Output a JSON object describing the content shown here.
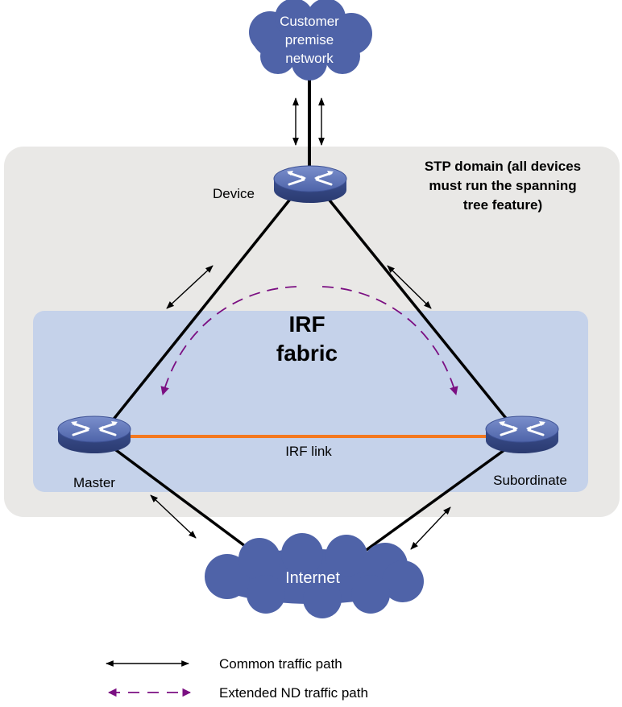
{
  "clouds": {
    "customer": {
      "line1": "Customer",
      "line2": "premise",
      "line3": "network"
    },
    "internet": {
      "label": "Internet"
    }
  },
  "stp_domain": {
    "line1": "STP domain (all devices",
    "line2": "must run the spanning",
    "line3": "tree feature)"
  },
  "irf_fabric": {
    "line1": "IRF",
    "line2": "fabric"
  },
  "devices": {
    "device": "Device",
    "master": "Master",
    "subordinate": "Subordinate"
  },
  "irf_link_label": "IRF link",
  "legend": {
    "common": "Common traffic path",
    "extended": "Extended ND traffic path"
  },
  "colors": {
    "stp_domain_fill": "#e9e8e6",
    "irf_fabric_fill": "#c5d2ea",
    "cloud_fill": "#4f63a8",
    "switch_fill": "#5a72b5",
    "irf_link": "#f47920",
    "extended_path": "#7b0f82",
    "link": "#000000"
  },
  "icons": {
    "switch": "switch-icon",
    "cloud": "cloud-icon"
  }
}
